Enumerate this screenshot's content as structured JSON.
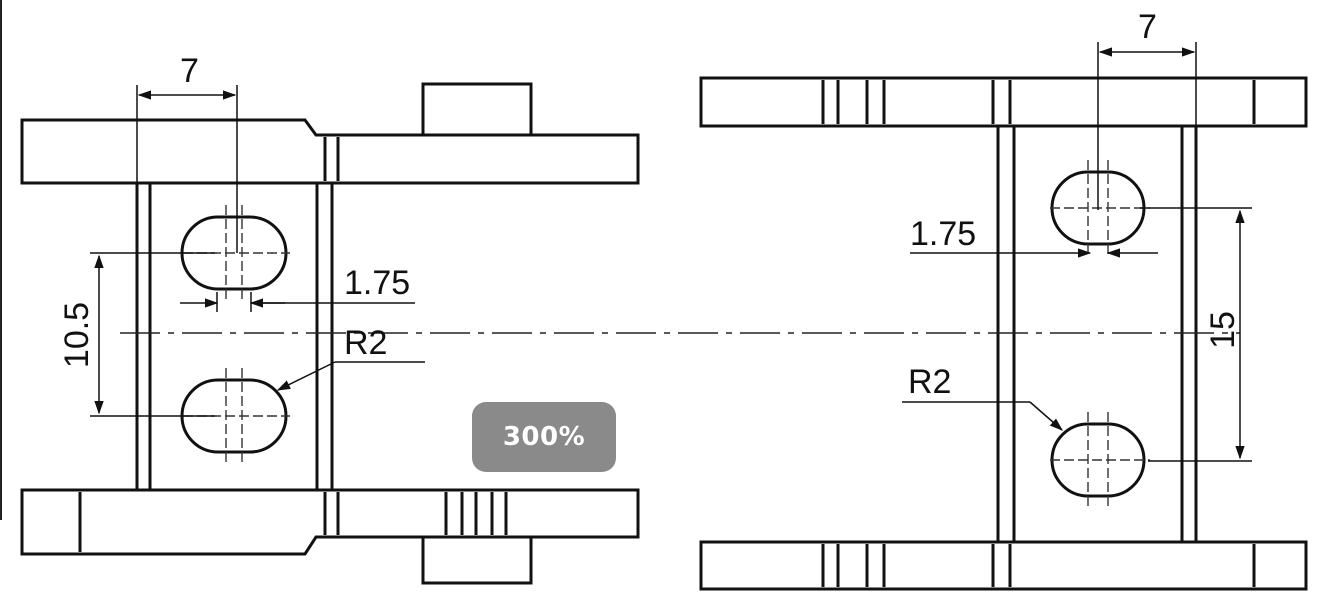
{
  "zoom": {
    "label": "300%"
  },
  "dimensions": {
    "left_width": "7",
    "left_height": "10.5",
    "left_slot": "1.75",
    "left_radius": "R2",
    "right_width": "7",
    "right_slot": "1.75",
    "right_height": "15",
    "right_radius": "R2"
  },
  "colors": {
    "line": "#111111",
    "badge": "#8a8a8a",
    "background": "#ffffff"
  }
}
